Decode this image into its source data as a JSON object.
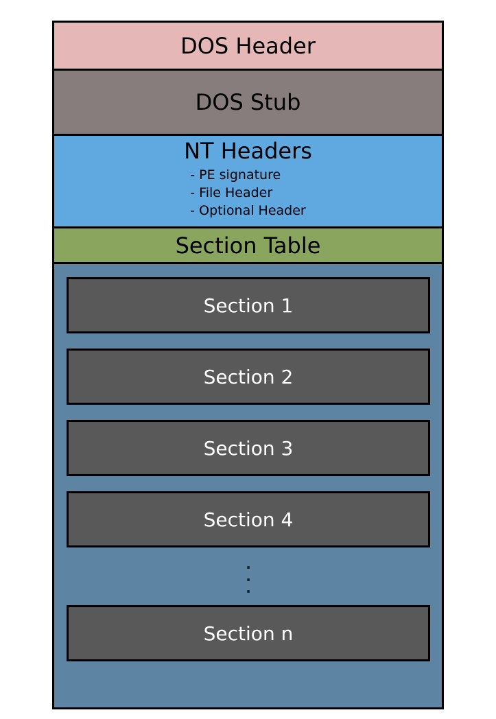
{
  "page": {
    "background_color": "#ffffff",
    "border_color": "#000000"
  },
  "blocks": {
    "dos_header": {
      "label": "DOS Header",
      "bg_color": "#e5b7b7",
      "text_color": "#000000"
    },
    "dos_stub": {
      "label": "DOS Stub",
      "bg_color": "#877d7d",
      "text_color": "#000000"
    },
    "nt_headers": {
      "label": "NT Headers",
      "bg_color": "#5fa8e0",
      "text_color": "#000000",
      "sub_items": [
        "- PE signature",
        "- File Header",
        "- Optional Header"
      ]
    },
    "section_table": {
      "label": "Section Table",
      "bg_color": "#8aa65e",
      "text_color": "#000000"
    },
    "sections_container": {
      "bg_color": "#5d84a2",
      "section_bg_color": "#595959",
      "section_text_color": "#ffffff",
      "sections": [
        "Section 1",
        "Section 2",
        "Section 3",
        "Section 4"
      ],
      "ellipsis_dots": [
        ".",
        ".",
        "."
      ],
      "last_section": "Section n"
    }
  }
}
